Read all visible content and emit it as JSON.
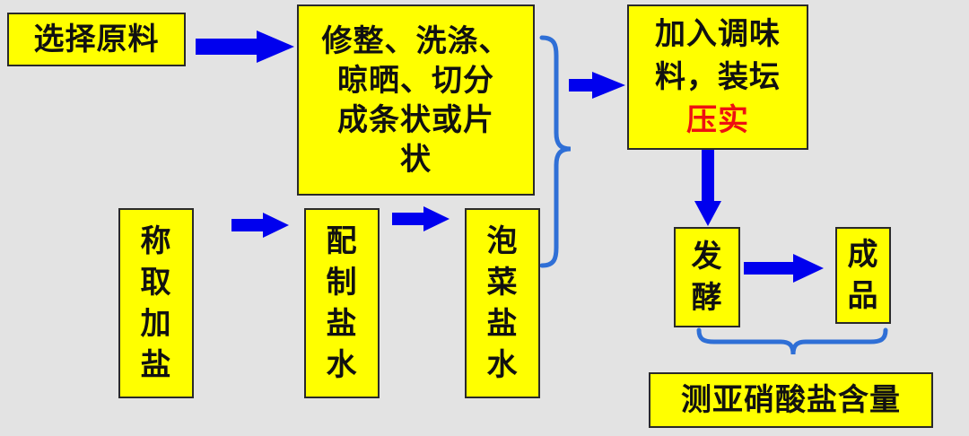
{
  "colors": {
    "box_fill": "#ffff00",
    "arrow": "#0000ee",
    "brace": "#2f6fd6",
    "accent_text": "#ee1111",
    "background": "#e3e3e3"
  },
  "nodes": {
    "select": "选择原料",
    "trim_lines": [
      "修整、洗涤、",
      "晾晒、切分",
      "成条状或片",
      "状"
    ],
    "add_season_lines": [
      "加入调味",
      "料，装坛"
    ],
    "press": "压实",
    "weigh_salt": "称取加盐",
    "make_brine": "配制盐水",
    "pickle_brine": "泡菜盐水",
    "ferment": "发酵",
    "product": "成品",
    "measure": "测亚硝酸盐含量"
  }
}
